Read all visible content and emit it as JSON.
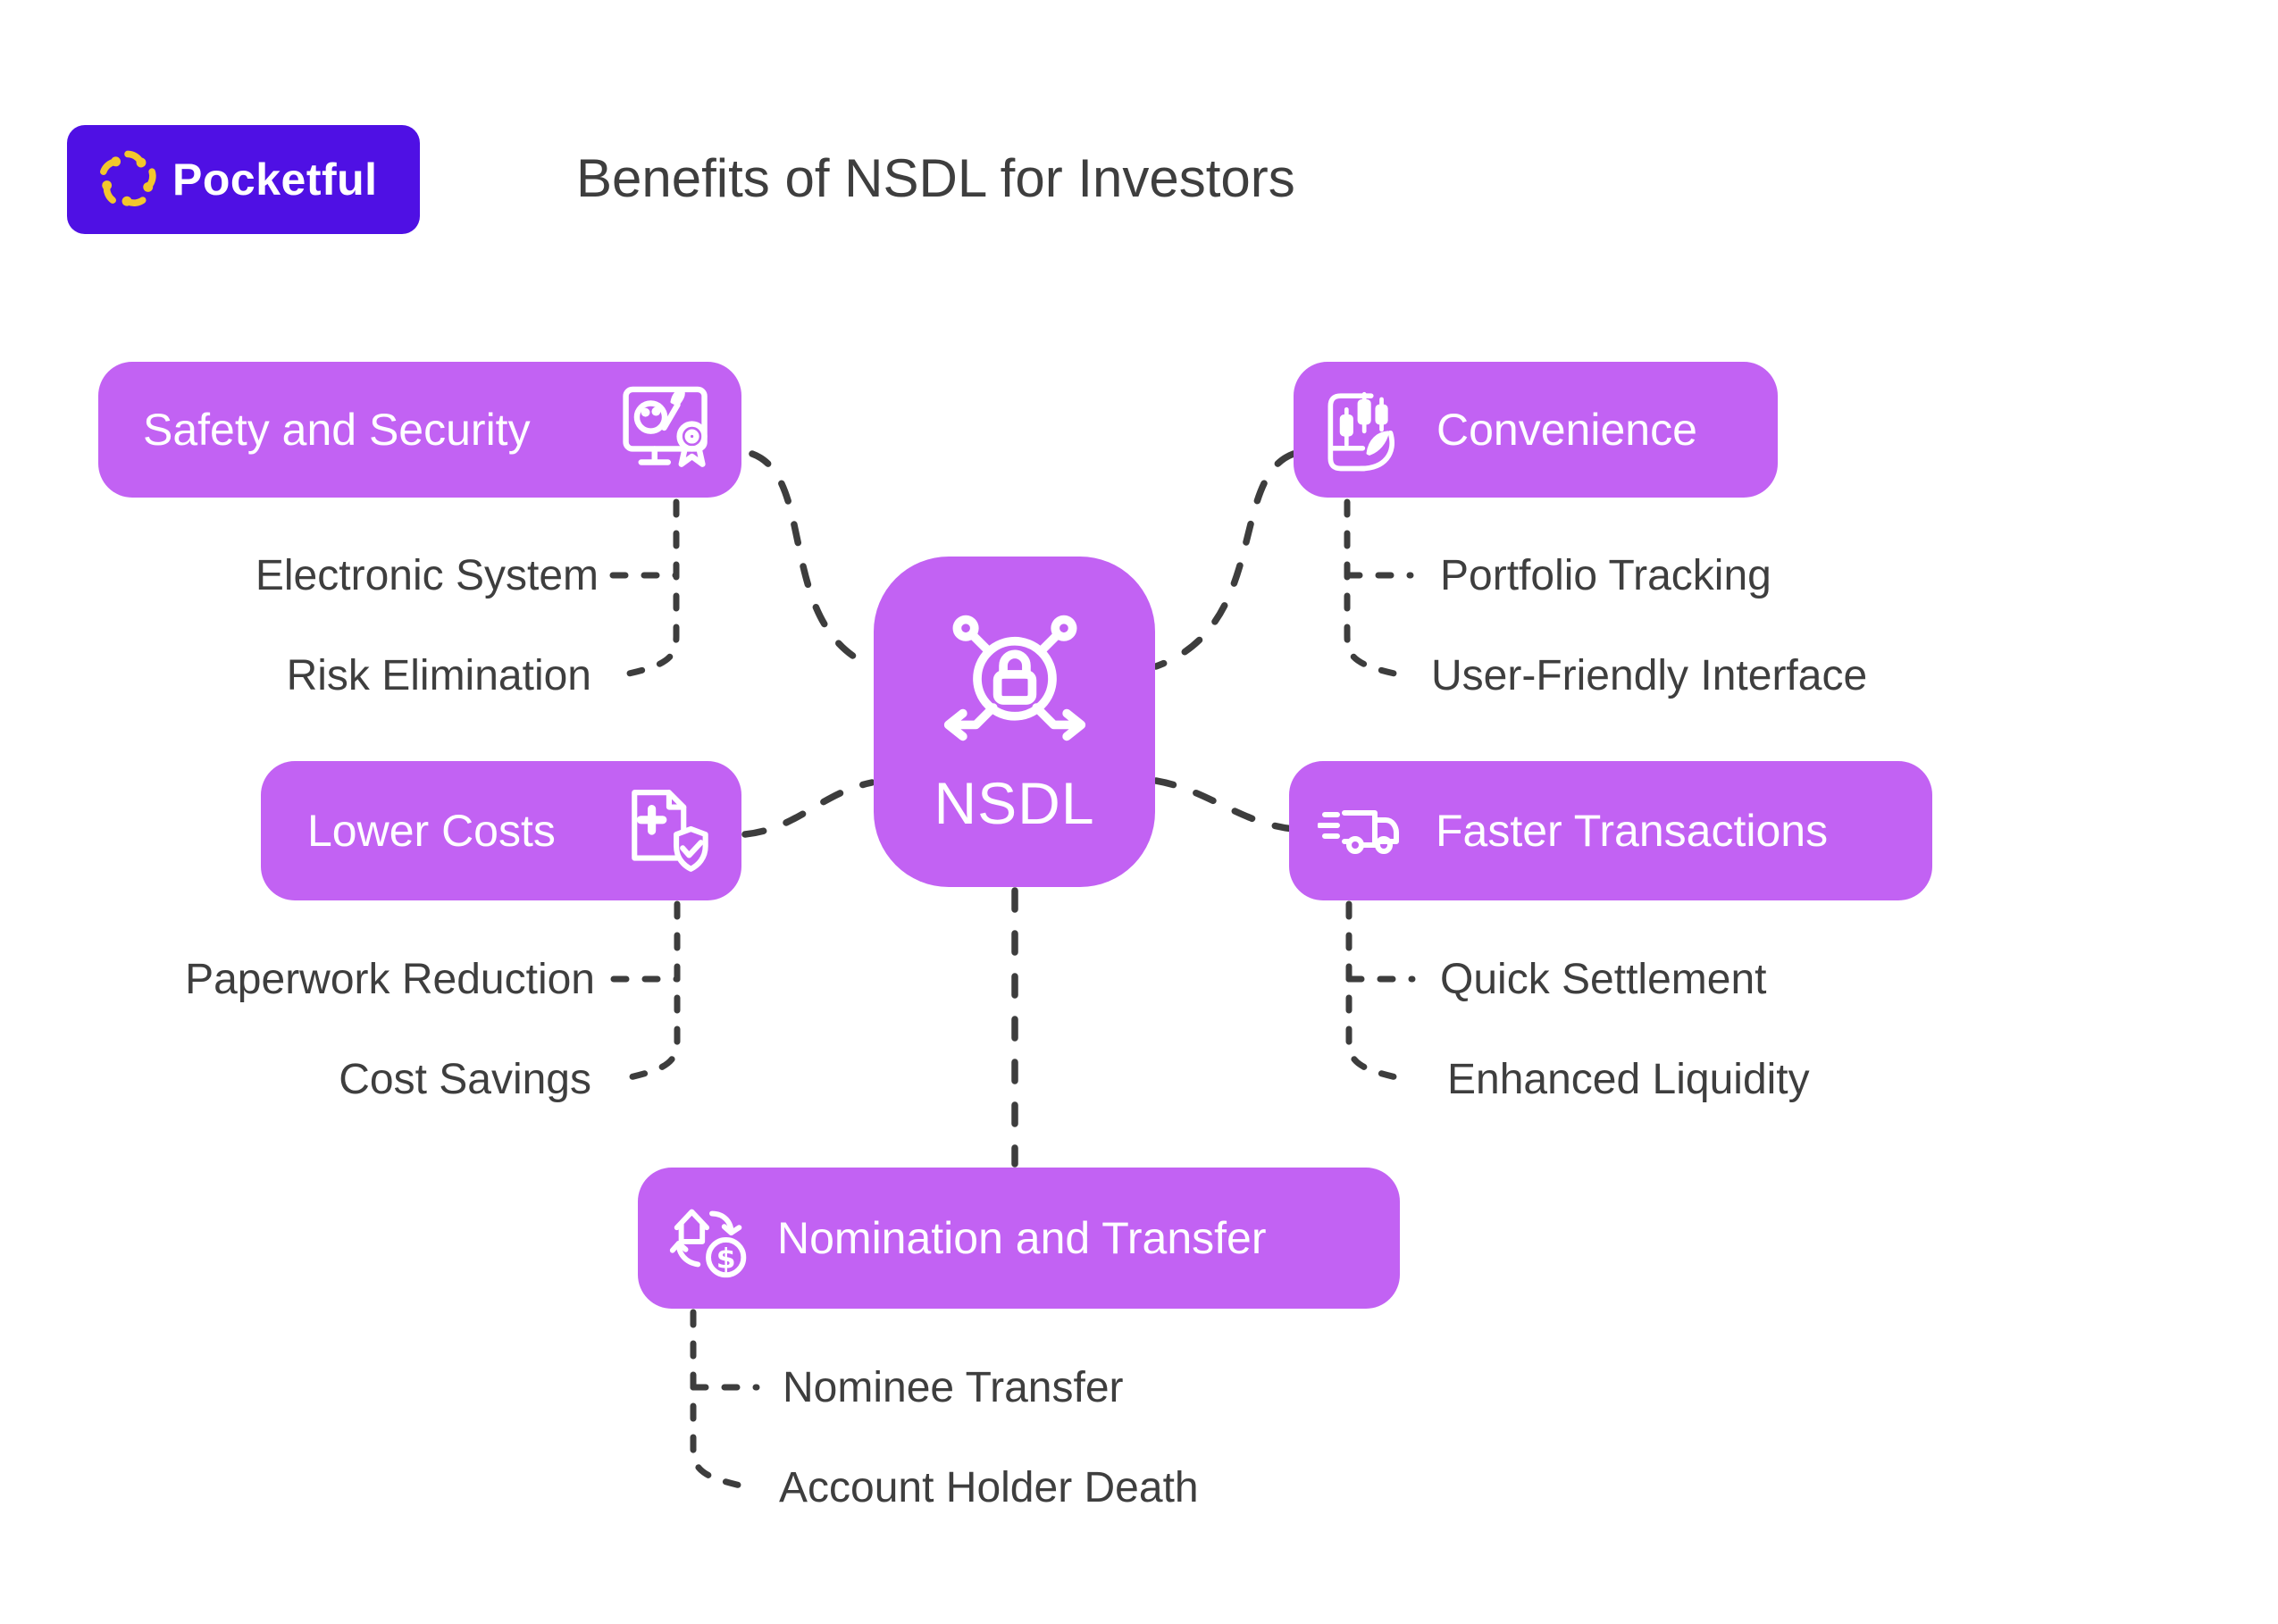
{
  "header": {
    "logo_text": "Pocketful",
    "title": "Benefits of NSDL for Investors"
  },
  "center": {
    "label": "NSDL",
    "icon": "network-lock-icon"
  },
  "nodes": [
    {
      "label": "Safety and Security",
      "icon": "monitor-certificate-icon",
      "children": [
        "Electronic System",
        "Risk Elimination"
      ]
    },
    {
      "label": "Convenience",
      "icon": "phone-chart-hand-icon",
      "children": [
        "Portfolio Tracking",
        "User-Friendly Interface"
      ]
    },
    {
      "label": "Lower Costs",
      "icon": "document-shield-check-icon",
      "children": [
        "Paperwork Reduction",
        "Cost Savings"
      ]
    },
    {
      "label": "Faster Transactions",
      "icon": "speeding-truck-icon",
      "children": [
        "Quick Settlement",
        "Enhanced Liquidity"
      ]
    },
    {
      "label": "Nomination and Transfer",
      "icon": "home-transfer-dollar-icon",
      "children": [
        "Nominee Transfer",
        "Account Holder Death"
      ]
    }
  ],
  "colors": {
    "box_purple": "#c262f3",
    "logo_background": "#4f10e4",
    "logo_flower_yellow": "#f3c72c",
    "connector_gray": "#3d3d3d",
    "text_gray": "#3e3e3e",
    "label_white": "#ffffff"
  }
}
